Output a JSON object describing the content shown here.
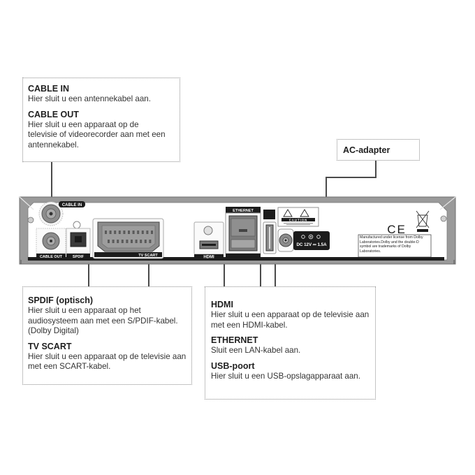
{
  "callouts": {
    "cable": {
      "items": [
        {
          "title": "CABLE IN",
          "text": "Hier sluit u een antennekabel aan."
        },
        {
          "title": "CABLE OUT",
          "text": "Hier sluit u een apparaat op de televisie of videorecorder aan met een antennekabel."
        }
      ]
    },
    "ac": {
      "items": [
        {
          "title": "AC-adapter"
        }
      ]
    },
    "spdif_scart": {
      "items": [
        {
          "title": "SPDIF (optisch)",
          "text": "Hier sluit u een apparaat op het audiosysteem aan met een S/PDIF-kabel. (Dolby Digital)"
        },
        {
          "title": "TV SCART",
          "text": "Hier sluit u een apparaat op de televisie aan met een SCART-kabel."
        }
      ]
    },
    "hdmi_eth_usb": {
      "items": [
        {
          "title": "HDMI",
          "text": "Hier sluit u een apparaat op de televisie aan met een HDMI-kabel."
        },
        {
          "title": "ETHERNET",
          "text": "Sluit een LAN-kabel aan."
        },
        {
          "title": "USB-poort",
          "text": "Hier sluit u een USB-opslagapparaat aan."
        }
      ]
    }
  },
  "device": {
    "labels": {
      "cable_in": "CABLE IN",
      "cable_out": "CABLE OUT",
      "spdif": "SPDIF",
      "scart": "TV SCART",
      "hdmi": "HDMI",
      "ethernet": "ETHERNET",
      "caution": "CAUTION",
      "power": "DC 12V ⎓ 1.5A",
      "ce": "CE",
      "dolby_notice": "Manufactured under license from Dolby Laboratories.Dolby and the double-D symbol are trademarks of Dolby Laboratories."
    }
  },
  "colors": {
    "panel_frame": "#9a9a9a",
    "panel_face": "#ffffff",
    "dark": "#1c1c1c",
    "connector_gray": "#8c8c8c"
  }
}
